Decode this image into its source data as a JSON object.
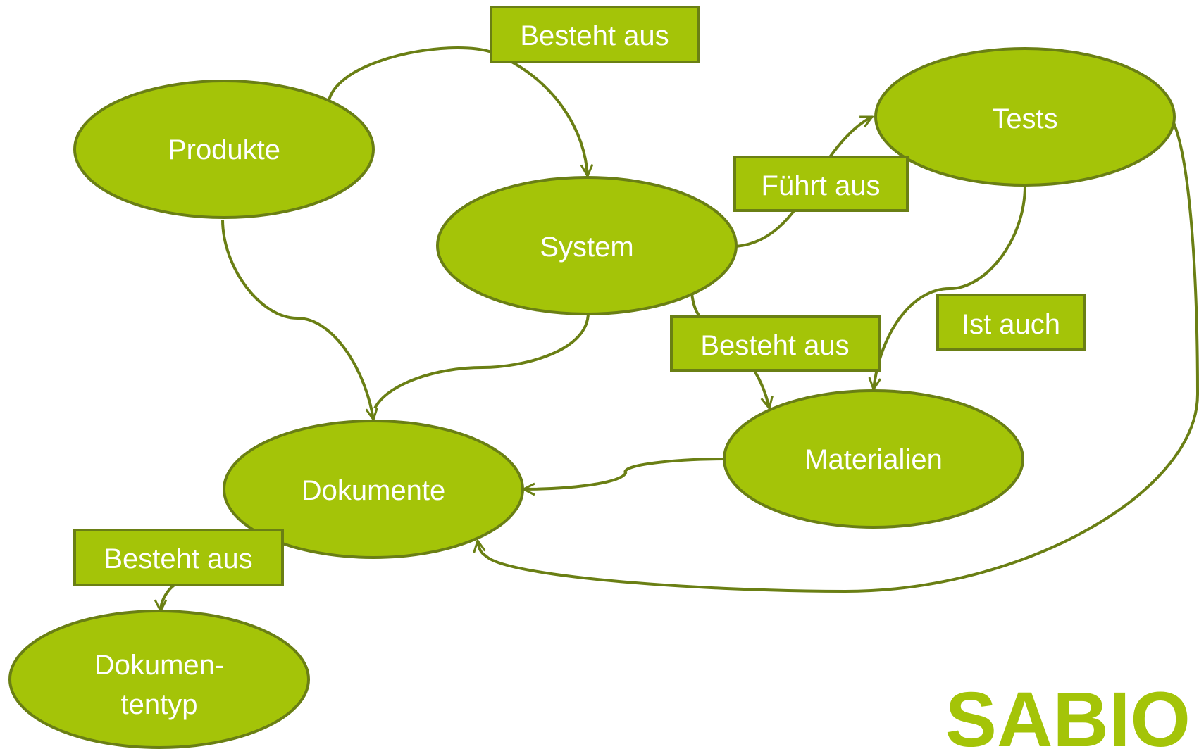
{
  "diagram": {
    "nodes": [
      {
        "id": "produkte",
        "label": "Produkte"
      },
      {
        "id": "system",
        "label": "System"
      },
      {
        "id": "tests",
        "label": "Tests"
      },
      {
        "id": "materialien",
        "label": "Materialien"
      },
      {
        "id": "dokumente",
        "label": "Dokumente"
      },
      {
        "id": "dokumententyp",
        "label_line1": "Dokumen-",
        "label_line2": "tentyp"
      }
    ],
    "edge_labels": {
      "produkte_system": "Besteht aus",
      "system_tests": "Führt aus",
      "system_materialien": "Besteht aus",
      "tests_materialien": "Ist auch",
      "dokumente_dokumententyp": "Besteht aus"
    }
  },
  "logo": {
    "text": "SABIO"
  },
  "colors": {
    "node_fill": "#a4c408",
    "node_stroke": "#6a7f14",
    "edge_stroke": "#6a7f14",
    "label_fill": "#a4c408",
    "text": "#ffffff",
    "logo": "#a4c408"
  }
}
